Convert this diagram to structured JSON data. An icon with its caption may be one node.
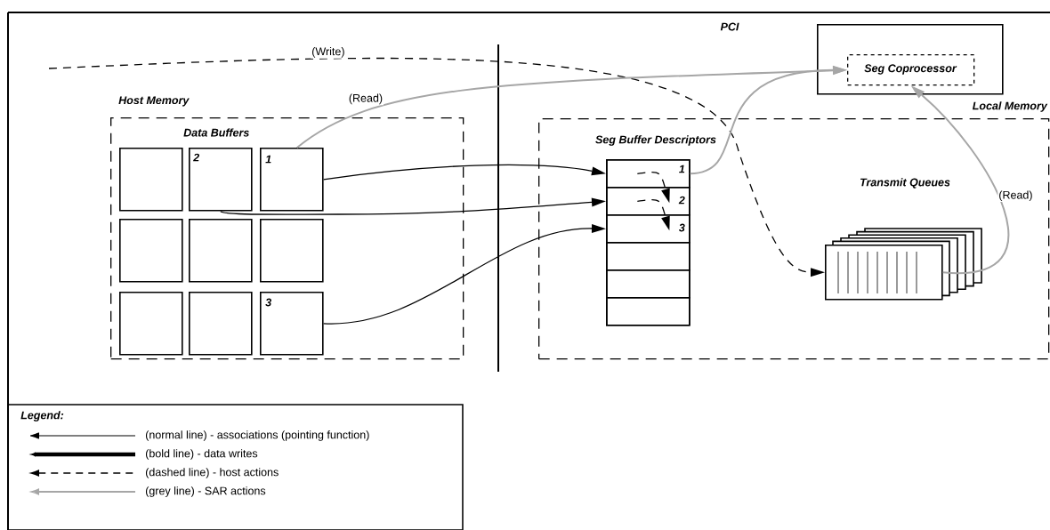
{
  "diagram": {
    "nodes": [
      {
        "text": [
          "Host Memory",
          "Data Buffers"
        ]
      },
      {
        "text": [],
        "shape": "box",
        "in": 0
      },
      {
        "text": [
          "2"
        ],
        "in": 0
      },
      {
        "text": [
          "1"
        ],
        "in": 0
      },
      {
        "text": [],
        "shape": "box",
        "in": 0
      },
      {
        "text": [],
        "shape": "box",
        "in": 0
      },
      {
        "text": [],
        "shape": "box",
        "in": 0
      },
      {
        "text": [],
        "shape": "box",
        "in": 0
      },
      {
        "text": [],
        "shape": "box",
        "in": 0
      },
      {
        "text": [
          "3"
        ],
        "in": 0
      },
      {
        "text": [
          "Local Memory"
        ]
      },
      {
        "text": [
          "Seg Buffer Descriptors"
        ],
        "in": 10
      },
      {
        "text": [
          "1"
        ],
        "in": 11
      },
      {
        "text": [
          "2"
        ],
        "in": 11
      },
      {
        "text": [
          "3"
        ],
        "in": 11
      },
      {
        "text": [],
        "shape": "box",
        "in": 11
      },
      {
        "text": [],
        "shape": "box",
        "in": 11
      },
      {
        "text": [],
        "shape": "box",
        "in": 11
      },
      {
        "text": [
          "Transmit Queues"
        ],
        "in": 10
      },
      {
        "text": [],
        "shape": "box"
      },
      {
        "text": [
          "Seg Coprocessor"
        ],
        "in": 19
      }
    ],
    "edges": [
      {
        "from": null,
        "to": 18,
        "arrow": "to",
        "style": "dashed",
        "label": "(Write)"
      },
      {
        "from": 3,
        "to": 20,
        "arrow": "to",
        "color": "#a6a6a6",
        "label": "(Read)"
      },
      {
        "from": 12,
        "to": 20,
        "arrow": "to",
        "color": "#a6a6a6"
      },
      {
        "from": 18,
        "to": 20,
        "arrow": "to",
        "color": "#a6a6a6",
        "label": "(Read)"
      },
      {
        "from": 3,
        "to": 12,
        "arrow": "to"
      },
      {
        "from": 2,
        "to": 13,
        "arrow": "to"
      },
      {
        "from": 9,
        "to": 14,
        "arrow": "to"
      },
      {
        "from": 12,
        "to": 13,
        "arrow": "to",
        "style": "dashed"
      },
      {
        "from": 13,
        "to": 14,
        "arrow": "to",
        "style": "dashed"
      }
    ],
    "labels": [
      "PCI",
      "Legend:"
    ],
    "legend": [
      {
        "text": "(normal line) - associations (pointing function)"
      },
      {
        "text": "(bold line) - data writes"
      },
      {
        "text": "(dashed line) - host actions"
      },
      {
        "text": "(grey line) - SAR actions"
      }
    ]
  }
}
